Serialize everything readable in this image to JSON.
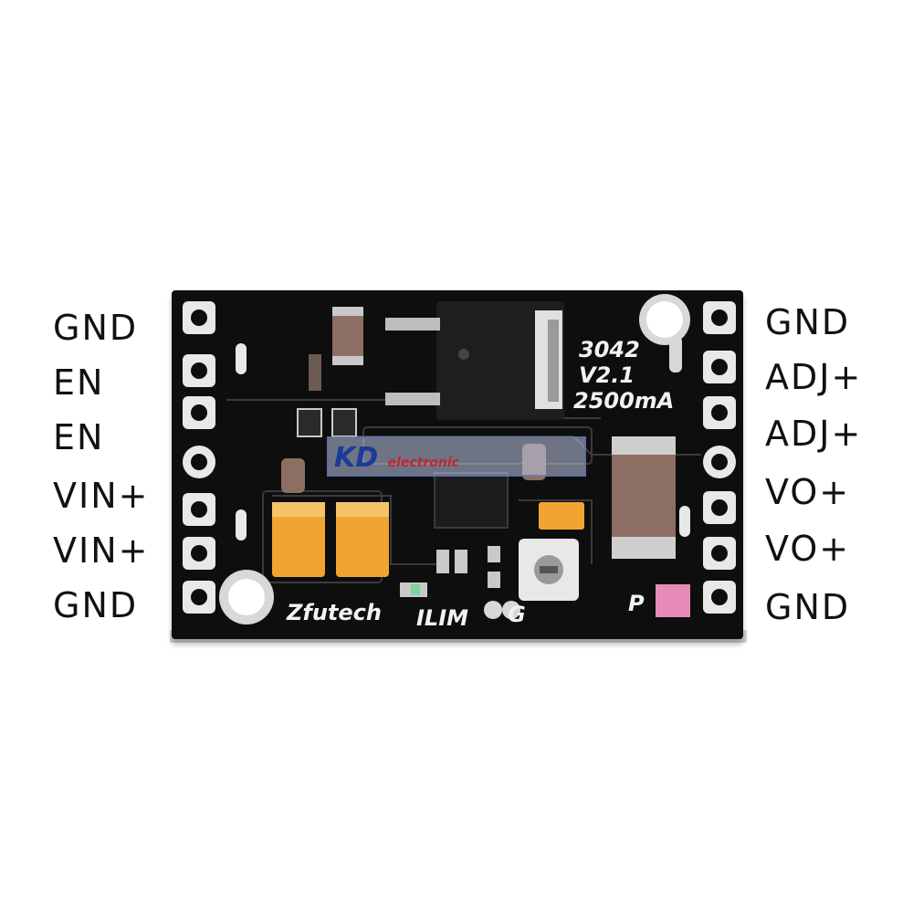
{
  "left_pins": [
    "GND",
    "EN",
    "EN",
    "VIN+",
    "VIN+",
    "GND"
  ],
  "right_pins": [
    "GND",
    "ADJ+",
    "ADJ+",
    "VO+",
    "VO+",
    "GND"
  ],
  "board": {
    "model": "3042",
    "version": "V2.1",
    "current": "2500mA",
    "brand": "Zfutech",
    "ilim_label": "ILIM",
    "g_label": "G",
    "p_label": "P"
  },
  "watermark": {
    "main": "KD",
    "sub": "electronic"
  },
  "colors": {
    "pcb": "#0e0e0e",
    "pad": "#e8e8e8",
    "tantalum": "#f0a531",
    "ceramic": "#8c6e62"
  }
}
